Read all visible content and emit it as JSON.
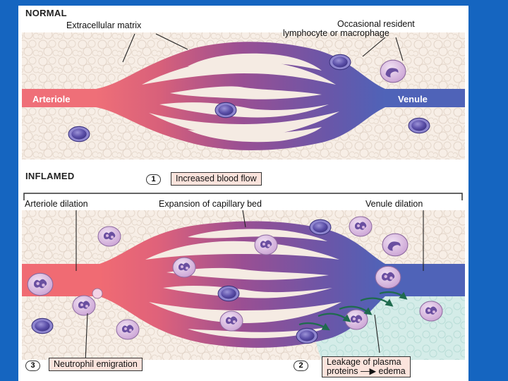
{
  "colors": {
    "frame": "#1565c0",
    "arteriole": "#ef6f78",
    "capillary": "#9a4f93",
    "venule": "#4f63b8",
    "matrix": "#f6ece4",
    "edema": "#cfeae6",
    "cell": "#5b4fa8",
    "neutrophil": "#d7b6e0"
  },
  "normal": {
    "heading": "NORMAL",
    "matrix_label": "Extracellular matrix",
    "resident_label_line1": "Occasional resident",
    "resident_label_line2": "lymphocyte or macrophage",
    "arteriole_label": "Arteriole",
    "venule_label": "Venule"
  },
  "inflamed": {
    "heading": "INFLAMED",
    "step1_number": "1",
    "step1_label": "Increased blood flow",
    "arteriole_dilation": "Arteriole dilation",
    "capillary_expansion": "Expansion of capillary bed",
    "venule_dilation": "Venule dilation",
    "step3_number": "3",
    "step3_label": "Neutrophil emigration",
    "step2_number": "2",
    "step2_label_line1": "Leakage of plasma",
    "step2_label_line2": "proteins —▶ edema"
  }
}
